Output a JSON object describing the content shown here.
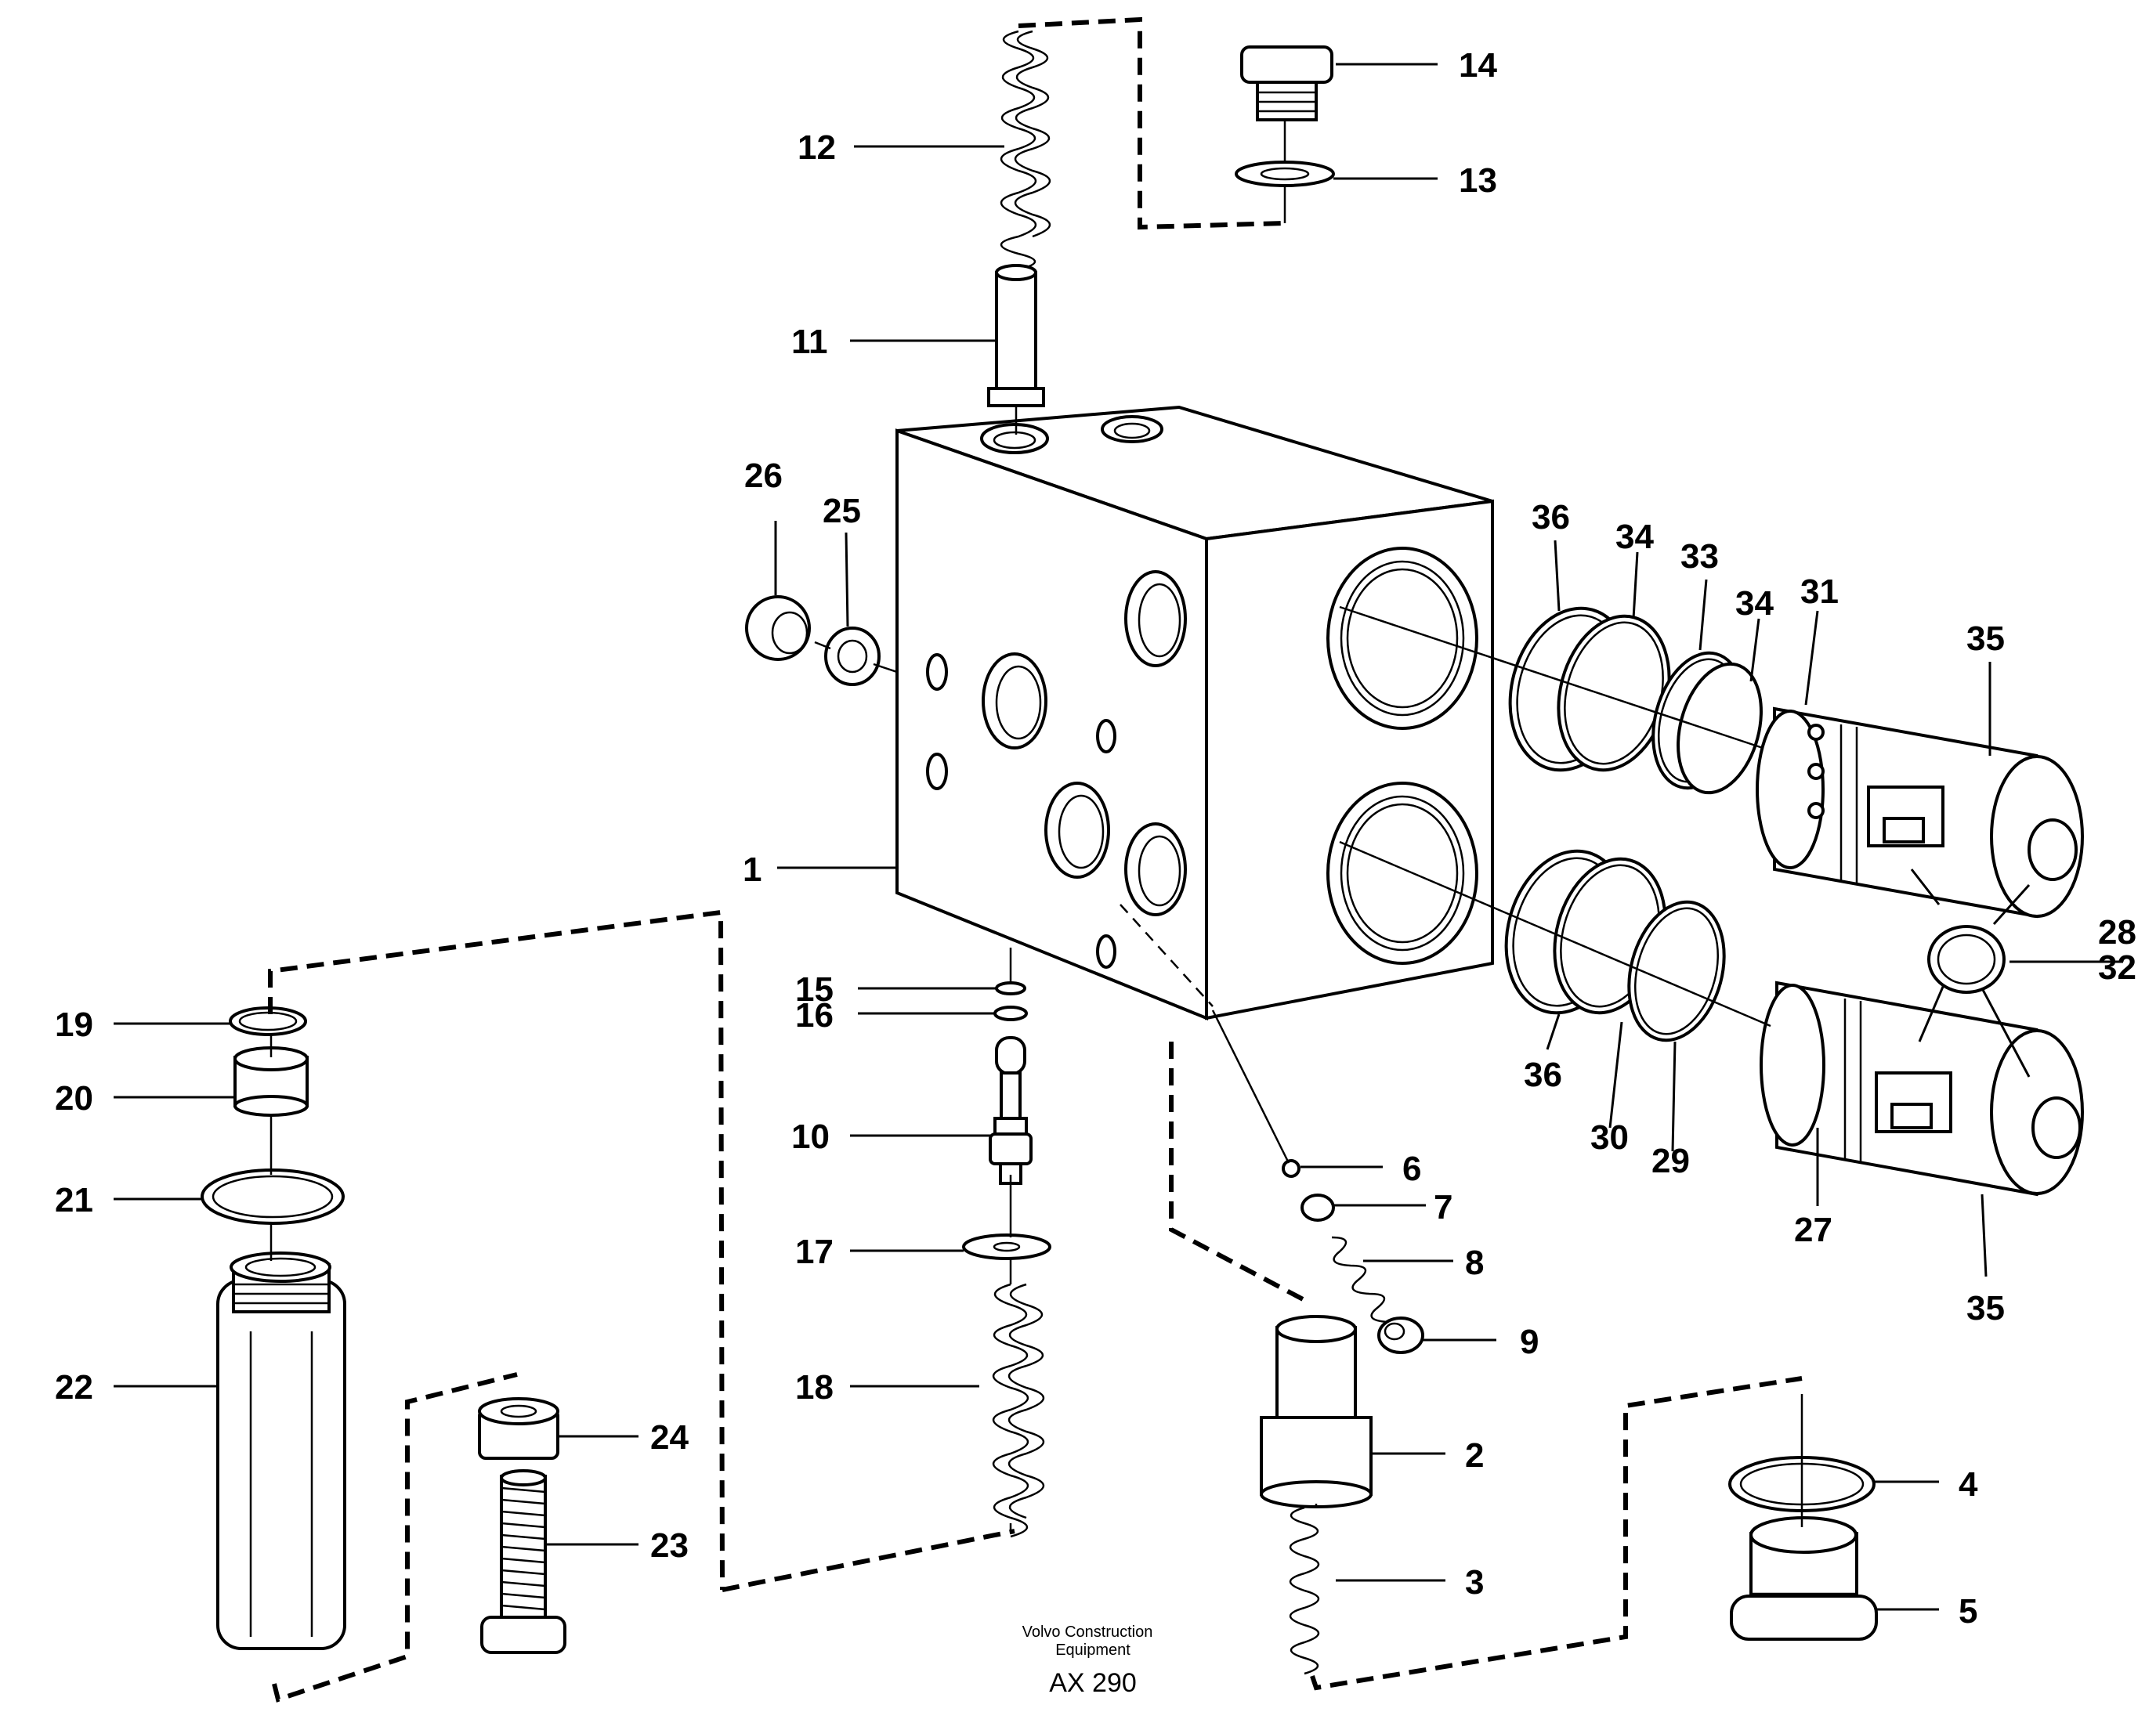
{
  "labels": {
    "l1": "1",
    "l2": "2",
    "l3": "3",
    "l4": "4",
    "l5": "5",
    "l6": "6",
    "l7": "7",
    "l8": "8",
    "l9": "9",
    "l10": "10",
    "l11": "11",
    "l12": "12",
    "l13": "13",
    "l14": "14",
    "l15": "15",
    "l16": "16",
    "l17": "17",
    "l18": "18",
    "l19": "19",
    "l20": "20",
    "l21": "21",
    "l22": "22",
    "l23": "23",
    "l24": "24",
    "l25": "25",
    "l26": "26",
    "l27": "27",
    "l28": "28",
    "l29": "29",
    "l30": "30",
    "l31": "31",
    "l32": "32",
    "l33": "33",
    "l34a": "34",
    "l34b": "34",
    "l35a": "35",
    "l35b": "35",
    "l36a": "36",
    "l36b": "36"
  },
  "caption": {
    "line1": "Volvo Construction",
    "line2": "Equipment",
    "code": "AX 290"
  },
  "colors": {
    "ink": "#000000",
    "paper": "#ffffff"
  }
}
